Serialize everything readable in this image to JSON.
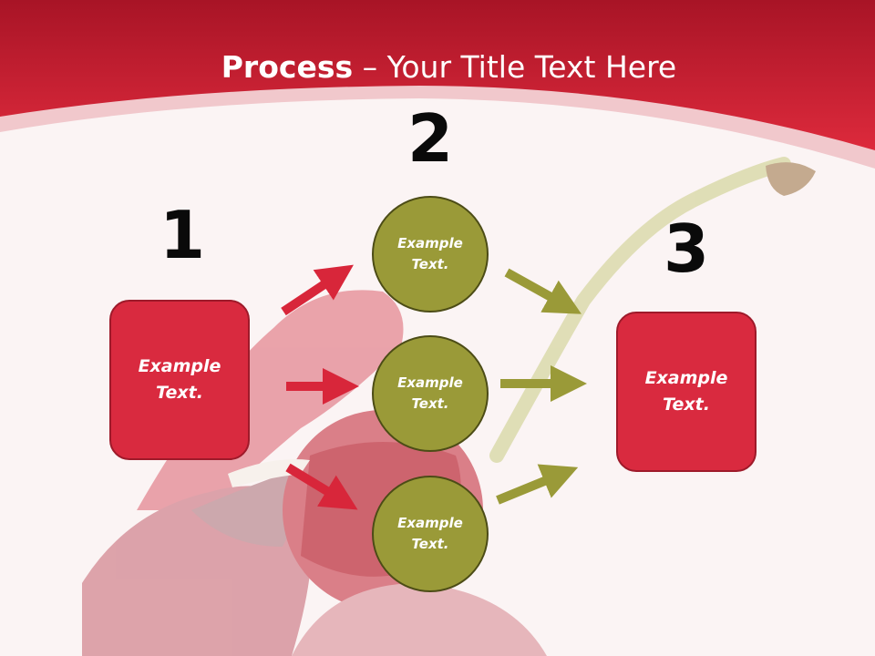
{
  "title": {
    "bold": "Process",
    "rest": " – Your Title Text Here"
  },
  "steps": {
    "one": "1",
    "two": "2",
    "three": "3"
  },
  "boxes": {
    "left": "Example Text.",
    "right": "Example Text."
  },
  "circles": {
    "top": "Example Text.",
    "middle": "Example Text.",
    "bottom": "Example Text."
  },
  "colors": {
    "header_red": "#d8263a",
    "box_red": "#d92a3f",
    "circle_olive": "#9a9a38",
    "arrow_red": "#d8263a",
    "arrow_olive": "#9a9a38"
  }
}
